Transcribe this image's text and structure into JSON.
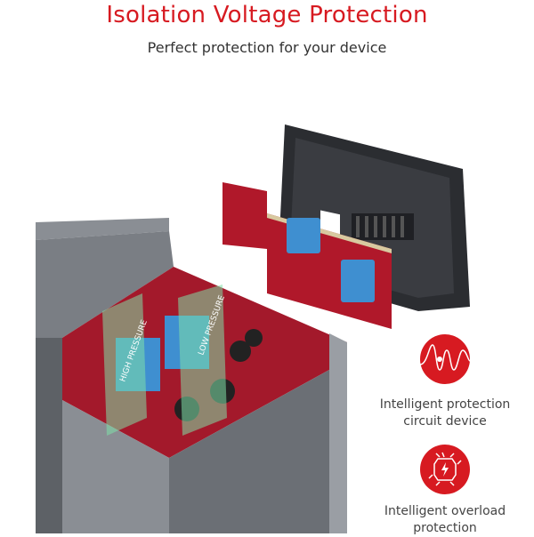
{
  "header": {
    "title": "Isolation Voltage Protection",
    "subtitle": "Perfect protection for your device"
  },
  "product": {
    "shield_labels": [
      "LOW PRESSURE",
      "HIGH PRESSURE"
    ]
  },
  "features": [
    {
      "icon": "waveform-icon",
      "line1": "Intelligent protection",
      "line2": "circuit device"
    },
    {
      "icon": "chip-lightning-icon",
      "line1": "Intelligent overload",
      "line2": "protection"
    }
  ],
  "colors": {
    "accent": "#d71a21",
    "pcb": "#b0182a",
    "transformer": "#3f8fd0",
    "housing": "#6b6f75"
  }
}
